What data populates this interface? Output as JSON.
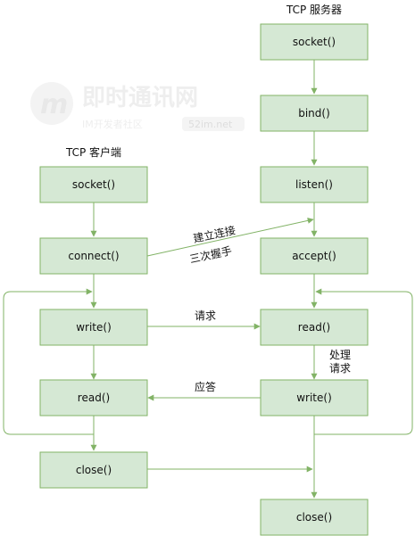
{
  "server": {
    "title": "TCP 服务器",
    "socket": "socket()",
    "bind": "bind()",
    "listen": "listen()",
    "accept": "accept()",
    "read": "read()",
    "write": "write()",
    "close": "close()"
  },
  "client": {
    "title": "TCP 客户端",
    "socket": "socket()",
    "connect": "connect()",
    "write": "write()",
    "read": "read()",
    "close": "close()"
  },
  "labels": {
    "establish": "建立连接",
    "handshake": "三次握手",
    "request": "请求",
    "process_line1": "处理",
    "process_line2": "请求",
    "response": "应答"
  },
  "watermark": {
    "logo_letter": "m",
    "title": "即时通讯网",
    "subtitle": "IM开发者社区",
    "url": "52im.net"
  }
}
